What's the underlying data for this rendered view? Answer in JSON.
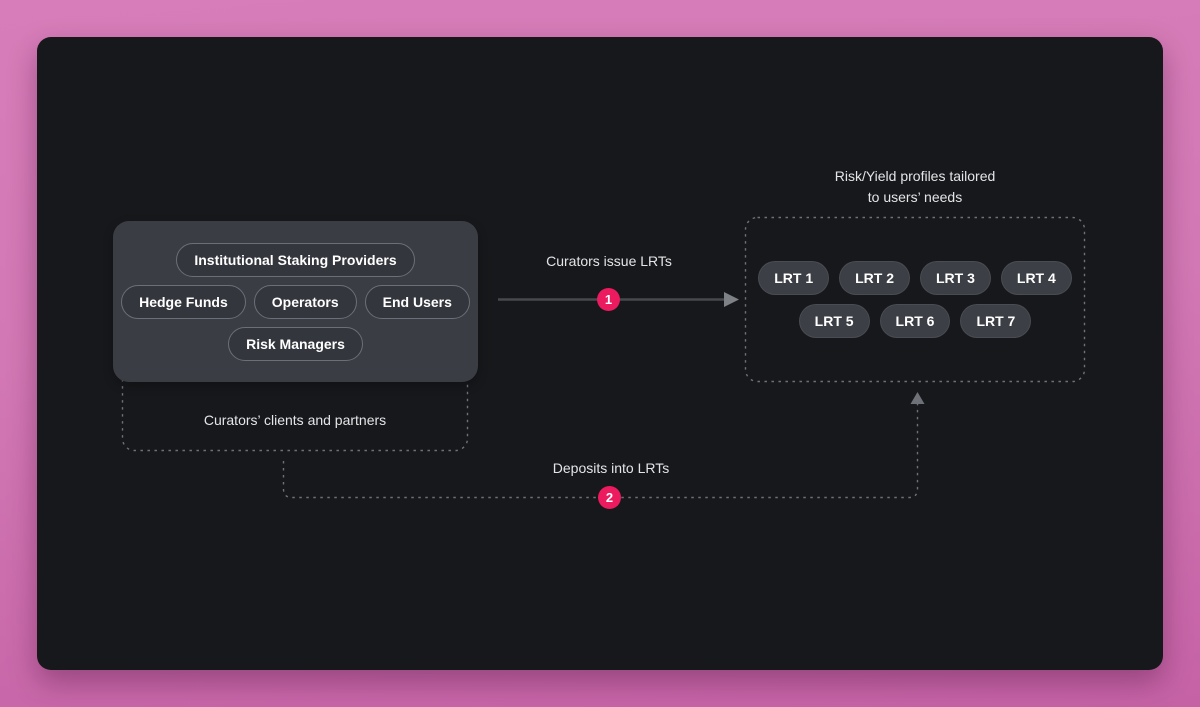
{
  "diagram": {
    "clients": {
      "caption": "Curators’ clients and partners",
      "pills": [
        "Institutional Staking Providers",
        "Hedge Funds",
        "Operators",
        "End Users",
        "Risk Managers"
      ]
    },
    "flows": [
      {
        "num": "1",
        "label": "Curators issue LRTs"
      },
      {
        "num": "2",
        "label": "Deposits into LRTs"
      }
    ],
    "lrts": {
      "caption_line1": "Risk/Yield profiles tailored",
      "caption_line2": "to users’ needs",
      "pills": [
        "LRT 1",
        "LRT 2",
        "LRT 3",
        "LRT 4",
        "LRT 5",
        "LRT 6",
        "LRT 7"
      ]
    },
    "colors": {
      "background_pink": "#d077b4",
      "panel_dark": "#17181b",
      "box_gray": "#3a3d44",
      "pill_gray": "#3c3f46",
      "badge_pink": "#ec1a5e",
      "dash_gray": "#6e7177",
      "arrow_gray": "#46494e",
      "text_light": "#e4e5e7"
    }
  }
}
